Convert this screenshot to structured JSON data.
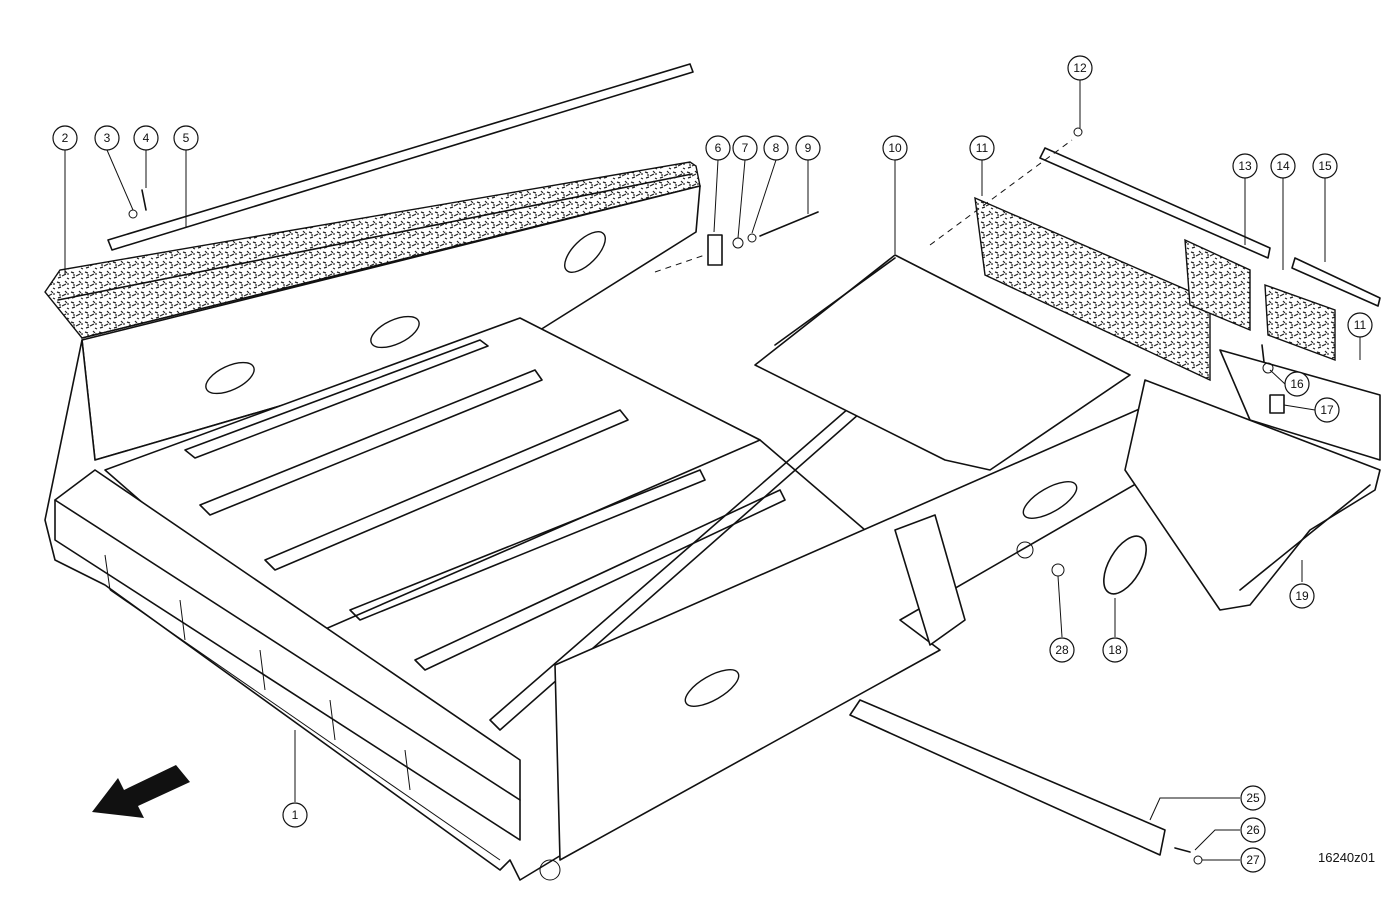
{
  "diagram": {
    "reference_code": "16240z01",
    "callouts": [
      {
        "id": "c2",
        "label": "2"
      },
      {
        "id": "c3",
        "label": "3"
      },
      {
        "id": "c4",
        "label": "4"
      },
      {
        "id": "c5",
        "label": "5"
      },
      {
        "id": "c6",
        "label": "6"
      },
      {
        "id": "c7",
        "label": "7"
      },
      {
        "id": "c8",
        "label": "8"
      },
      {
        "id": "c9",
        "label": "9"
      },
      {
        "id": "c10",
        "label": "10"
      },
      {
        "id": "c11a",
        "label": "11"
      },
      {
        "id": "c12",
        "label": "12"
      },
      {
        "id": "c13",
        "label": "13"
      },
      {
        "id": "c14",
        "label": "14"
      },
      {
        "id": "c15",
        "label": "15"
      },
      {
        "id": "c11b",
        "label": "11"
      },
      {
        "id": "c16",
        "label": "16"
      },
      {
        "id": "c17",
        "label": "17"
      },
      {
        "id": "c19",
        "label": "19"
      },
      {
        "id": "c28",
        "label": "28"
      },
      {
        "id": "c18",
        "label": "18"
      },
      {
        "id": "c1",
        "label": "1"
      },
      {
        "id": "c25",
        "label": "25"
      },
      {
        "id": "c26",
        "label": "26"
      },
      {
        "id": "c27",
        "label": "27"
      }
    ]
  }
}
